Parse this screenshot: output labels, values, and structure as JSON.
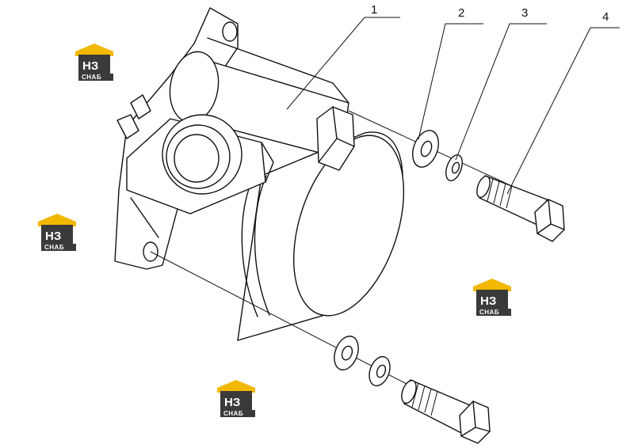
{
  "callouts": [
    {
      "label": "1"
    },
    {
      "label": "2"
    },
    {
      "label": "3"
    },
    {
      "label": "4"
    }
  ],
  "watermark": {
    "top_text": "НЗ",
    "bottom_text": "СНАБ",
    "colors": {
      "roof": "#f2b800",
      "body": "#3a3a3a",
      "text": "#ffffff"
    }
  }
}
